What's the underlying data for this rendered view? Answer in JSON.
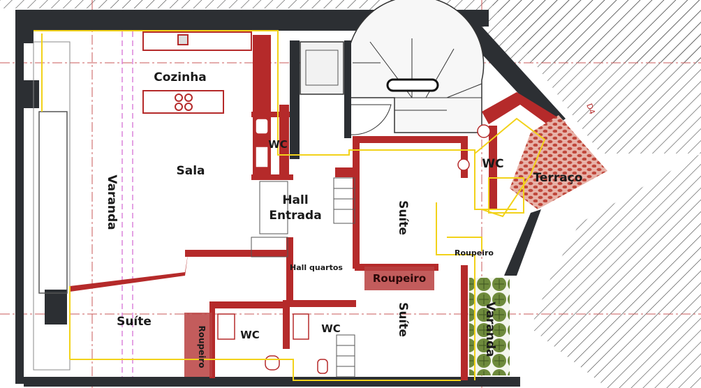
{
  "rooms": {
    "cozinha": "Cozinha",
    "sala": "Sala",
    "varanda_left": "Varanda",
    "wc_top": "WC",
    "hall_entrada_line1": "Hall",
    "hall_entrada_line2": "Entrada",
    "hall_quartos": "Hall quartos",
    "suite_top": "Suíte",
    "wc_right": "WC",
    "terraco": "Terraço",
    "roupeiro_right": "Roupeiro",
    "roupeiro_center": "Roupeiro",
    "suite_center": "Suíte",
    "varanda_right": "Varanda",
    "suite_left": "Suíte",
    "roupeiro_left": "Roupeiro",
    "wc_bottom_left": "WC",
    "wc_bottom_right": "WC"
  },
  "annotations": {
    "axis_marker": "D4"
  },
  "colors": {
    "wall": "#2c2f33",
    "partition_red": "#b52a2a",
    "yellow_line": "#f2d21a",
    "pink_dash": "#d87ad8",
    "terrace_fill": "#c97a72",
    "garden_fill": "#6e8a3c"
  }
}
